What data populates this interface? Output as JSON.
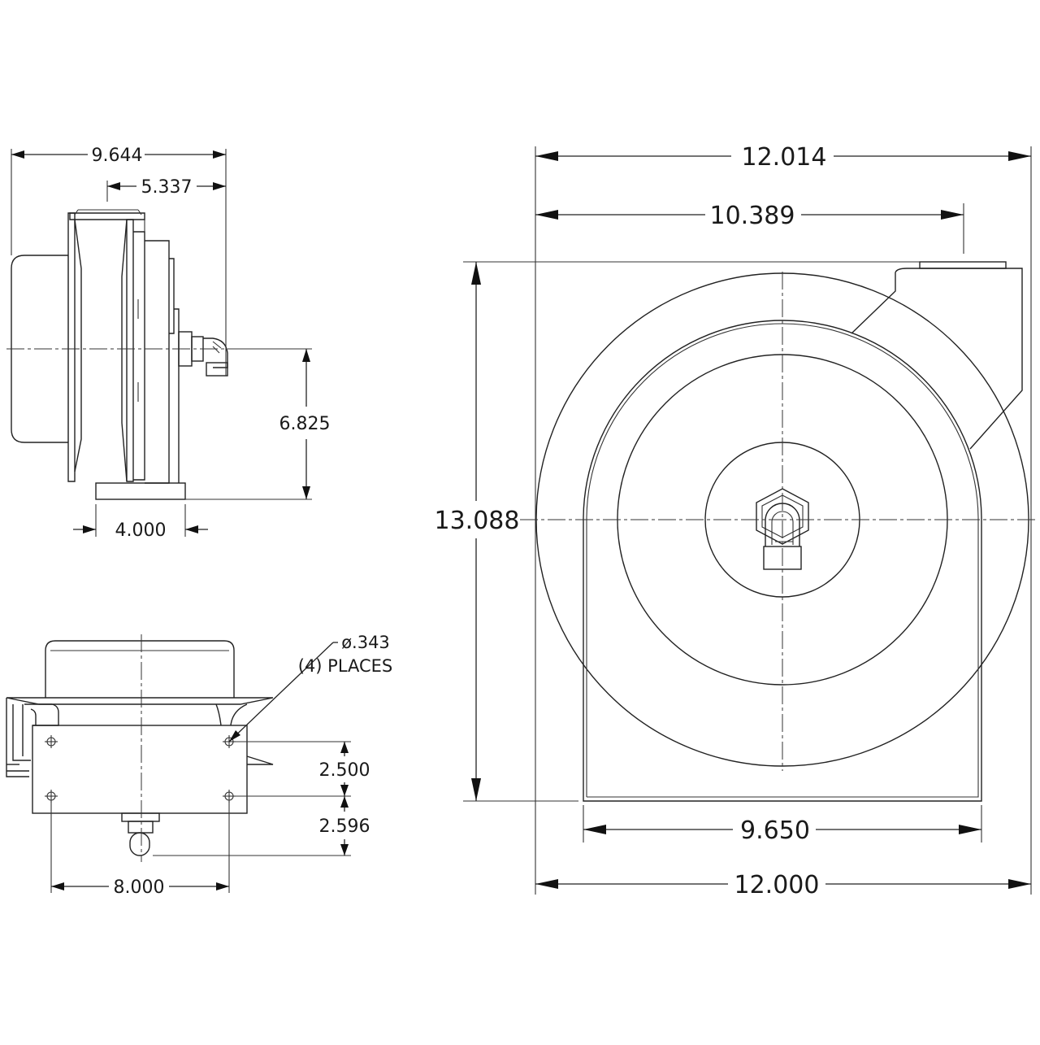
{
  "side_view": {
    "dim_overall_depth": "9.644",
    "dim_depth_to_base": "5.337",
    "dim_axis_height": "6.825",
    "dim_base_width": "4.000"
  },
  "bottom_view": {
    "hole_diameter": "ø.343",
    "hole_count_note": "(4) PLACES",
    "dim_hole_spacing_vertical": "2.500",
    "dim_hole_to_inlet": "2.596",
    "dim_hole_spacing_horizontal": "8.000"
  },
  "front_view": {
    "dim_overall_width_top": "12.014",
    "dim_width_to_outlet": "10.389",
    "dim_overall_height": "13.088",
    "dim_frame_width": "9.650",
    "dim_overall_width_bottom": "12.000"
  }
}
